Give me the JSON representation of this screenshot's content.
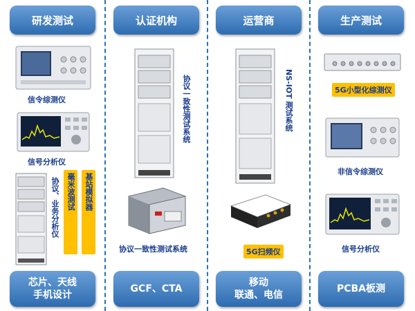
{
  "columns": [
    {
      "header": "研发测试",
      "footer_line1": "芯片、天线",
      "footer_line2": "手机设计",
      "items": [
        "信令综测仪",
        "信号分析仪",
        "协议、业务分析仪",
        "毫米波测试",
        "基站模拟器"
      ]
    },
    {
      "header": "认证机构",
      "footer_line1": "GCF、CTA",
      "footer_line2": "",
      "items": [
        "协议一致性测试系统",
        "协议一致性测试系统"
      ]
    },
    {
      "header": "运营商",
      "footer_line1": "移动",
      "footer_line2": "联通、电信",
      "items": [
        "NS-IOT 测试系统",
        "5G扫频仪"
      ]
    },
    {
      "header": "生产测试",
      "footer_line1": "PCBA板测",
      "footer_line2": "",
      "items": [
        "5G小型化综测仪",
        "非信令综测仪",
        "信号分析仪"
      ]
    }
  ],
  "colors": {
    "header_bg": "#2e6cb0",
    "caption": "#1a3c8c",
    "highlight": "#ffc000",
    "divider": "#2a6fb8"
  }
}
